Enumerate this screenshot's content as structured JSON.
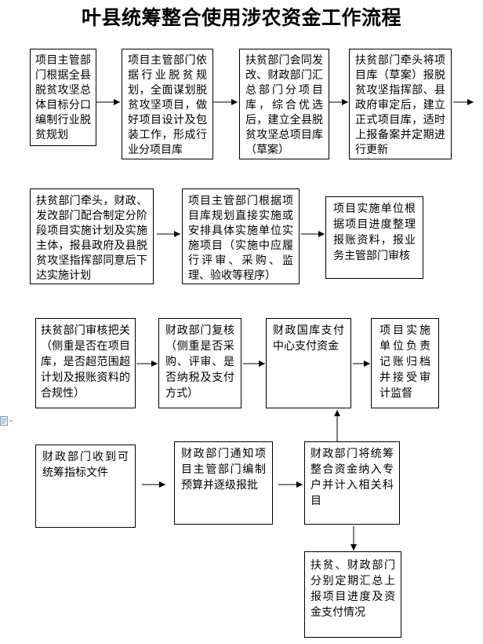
{
  "title": "叶县统筹整合使用涉农资金工作流程",
  "steps": [
    {
      "text": "项目主管部门根据全县脱贫攻坚总体目标分口编制行业脱贫规划"
    },
    {
      "text": "项目主管部门依据行业脱贫规划，全面谋划脱贫攻坚项目，做好项目设计及包装工作，形成行业分项目库"
    },
    {
      "text": "扶贫部门会同发改、财政部门汇总部门分项目库，综合优选后，建立全县脱贫攻坚总项目库（草案）"
    },
    {
      "text": "扶贫部门牵头将项目库（草案）报脱贫攻坚指挥部、县政府审定后，建立正式项目库，适时上报备案并定期进行更新"
    },
    {
      "text": "扶贫部门牵头，财政、发改部门配合制定分阶段项目实施计划及实施主体，报县政府及县脱贫攻坚指挥部同意后下达实施计划"
    },
    {
      "text": "项目主管部门根据项目库规划直接实施或安排具体实施单位实施项目（实施中应履行评审、采购、监理、验收等程序）"
    },
    {
      "text": "项目实施单位根据项目进度整理报账资料，报业务主管部门审核"
    },
    {
      "text": "扶贫部门审核把关（侧重是否在项目库，是否超范围超计划及报账资料的合规性）"
    },
    {
      "text": "财政部门复核（侧重是否采购、评审、是否纳税及支付方式）"
    },
    {
      "text": "财政国库支付中心支付资金"
    },
    {
      "text": "项目实施单位负责记账归档并接受审计监督"
    },
    {
      "text": "财政部门收到可统筹指标文件"
    },
    {
      "text": "财政部门通知项目主管部门编制预算并逐级报批"
    },
    {
      "text": "财政部门将统筹整合资金纳入专户并计入相关科目"
    },
    {
      "text": "扶贫、财政部门分别定期汇总上报项目进度及资金支付情况"
    }
  ]
}
